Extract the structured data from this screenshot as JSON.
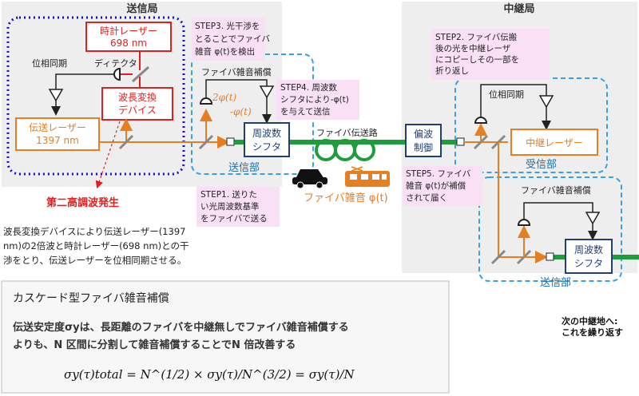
{
  "colors": {
    "orange": "#e67e22",
    "green": "#1e9e3a",
    "red": "#e02020",
    "blue_box": "#1f3f7a",
    "cyan_dash": "#3aa0e0",
    "dotted_blue": "#1010c0",
    "pink_note": "#f9e0f4",
    "gray_panel": "#eeeeee"
  },
  "panels": {
    "sender_title": "送信局",
    "relay_title": "中継局"
  },
  "labels": {
    "clock_laser_line1": "時計レーザー",
    "clock_laser_line2": "698 nm",
    "detector": "ディテクタ",
    "phase_sync": "位相同期",
    "wavelength_conv_line1": "波長変換",
    "wavelength_conv_line2": "デバイス",
    "tx_laser_line1": "伝送レーザー",
    "tx_laser_line2": "1397 nm",
    "second_harmonic": "第二高調波発生",
    "noise_comp_tx": "ファイバ雑音補償",
    "phi2": "2φ(t)",
    "minus_phi": "-φ(t)",
    "freq_shifter_line1": "周波数",
    "freq_shifter_line2": "シフタ",
    "tx_unit": "送信部",
    "fiber_path": "ファイバ伝送路",
    "polarization_line1": "偏波",
    "polarization_line2": "制御",
    "fiber_noise": "ファイバ雑音 φ(t)",
    "phase_sync_relay": "位相同期",
    "relay_laser": "中継レーザー",
    "rx_unit": "受信部",
    "noise_comp_relay": "ファイバ雑音補償",
    "freq_shifter2_line1": "周波数",
    "freq_shifter2_line2": "シフタ",
    "tx_unit2": "送信部",
    "next_relay_line1": "次の中継地へ:",
    "next_relay_line2": "これを繰り返す"
  },
  "steps": {
    "step3": [
      "STEP3. 光干渉を",
      "とることでファイバ",
      "雑音 φ(t)を検出"
    ],
    "step4": [
      "STEP4. 周波数",
      "シフタにより-φ(t)",
      "を与えて送信"
    ],
    "step1": [
      "STEP1. 送りた",
      "い光周波数基準",
      "をファイバで送る"
    ],
    "step2": [
      "STEP2. ファイバ伝搬",
      "後の光を中継レーザ",
      "にコピーしその一部を",
      "折り返し"
    ],
    "step5": [
      "STEP5. ファイバ",
      "雑音 φ(t)が補償",
      "されて届く"
    ]
  },
  "description": [
    "波長変換デバイスにより伝送レーザー(1397",
    "nm)の2倍波と時計レーザー(698 nm)との干",
    "渉をとり、伝送レーザーを位相同期させる。"
  ],
  "cascade": {
    "title": "カスケード型ファイバ雑音補償",
    "text_line1": "伝送安定度σyは、長距離のファイバを中継無しでファイバ雑音補償する",
    "text_line2": "よりも、N 区間に分割して雑音補償することでN 倍改善する",
    "formula": "σy(τ)total = N^(1/2) × σy(τ)/N^(3/2) = σy(τ)/N"
  }
}
